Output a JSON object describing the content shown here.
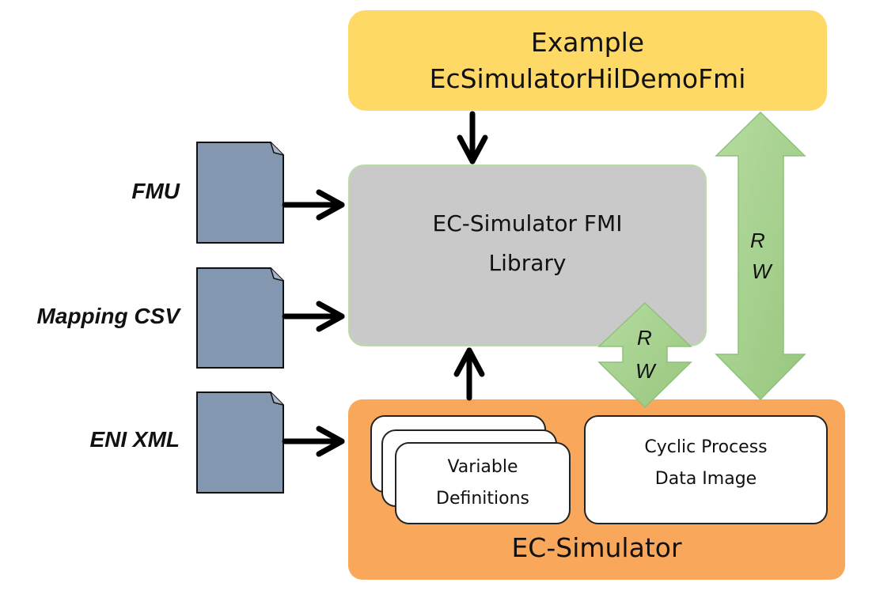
{
  "example_box": {
    "line1": "Example",
    "line2": "EcSimulatorHilDemoFmi",
    "color": "#FFD966"
  },
  "library_box": {
    "line1": "EC-Simulator FMI",
    "line2": "Library",
    "color": "#C9C9C9"
  },
  "simulator_box": {
    "label": "EC-Simulator",
    "color": "#F9A75A",
    "variable_definitions": {
      "line1": "Variable",
      "line2": "Definitions"
    },
    "process_image": {
      "line1": "Cyclic Process",
      "line2": "Data Image"
    }
  },
  "inputs": [
    {
      "label": "FMU",
      "icon": "document-icon"
    },
    {
      "label": "Mapping CSV",
      "icon": "document-icon"
    },
    {
      "label": "ENI XML",
      "icon": "document-icon"
    }
  ],
  "rw_arrows": {
    "small": {
      "top": "R",
      "bottom": "W"
    },
    "large": {
      "top": "R",
      "bottom": "W"
    },
    "color": "#A9D18E"
  },
  "document_color": "#8497B0"
}
